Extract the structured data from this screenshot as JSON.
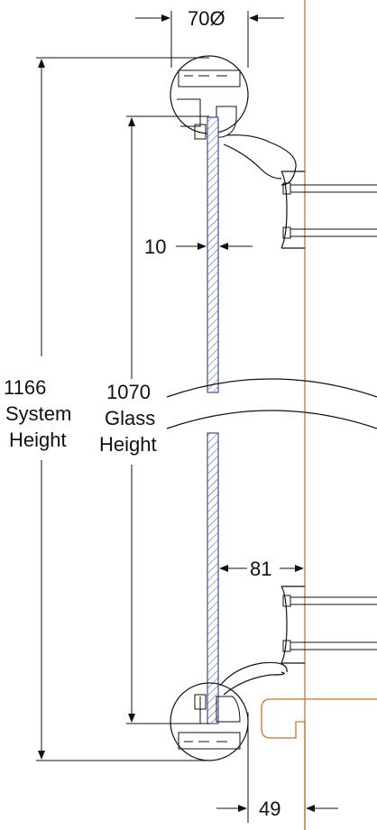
{
  "dimensions": {
    "rail_diameter": "70Ø",
    "glass_thickness": "10",
    "offset_upper": "81",
    "offset_lower": "49"
  },
  "labels": {
    "system_height_value": "1166",
    "system_height_line1": "System",
    "system_height_line2": "Height",
    "glass_height_value": "1070",
    "glass_height_line1": "Glass",
    "glass_height_line2": "Height"
  },
  "colors": {
    "line": "#111111",
    "wall": "#c8752d",
    "glass_edge": "#3d4fa0"
  }
}
